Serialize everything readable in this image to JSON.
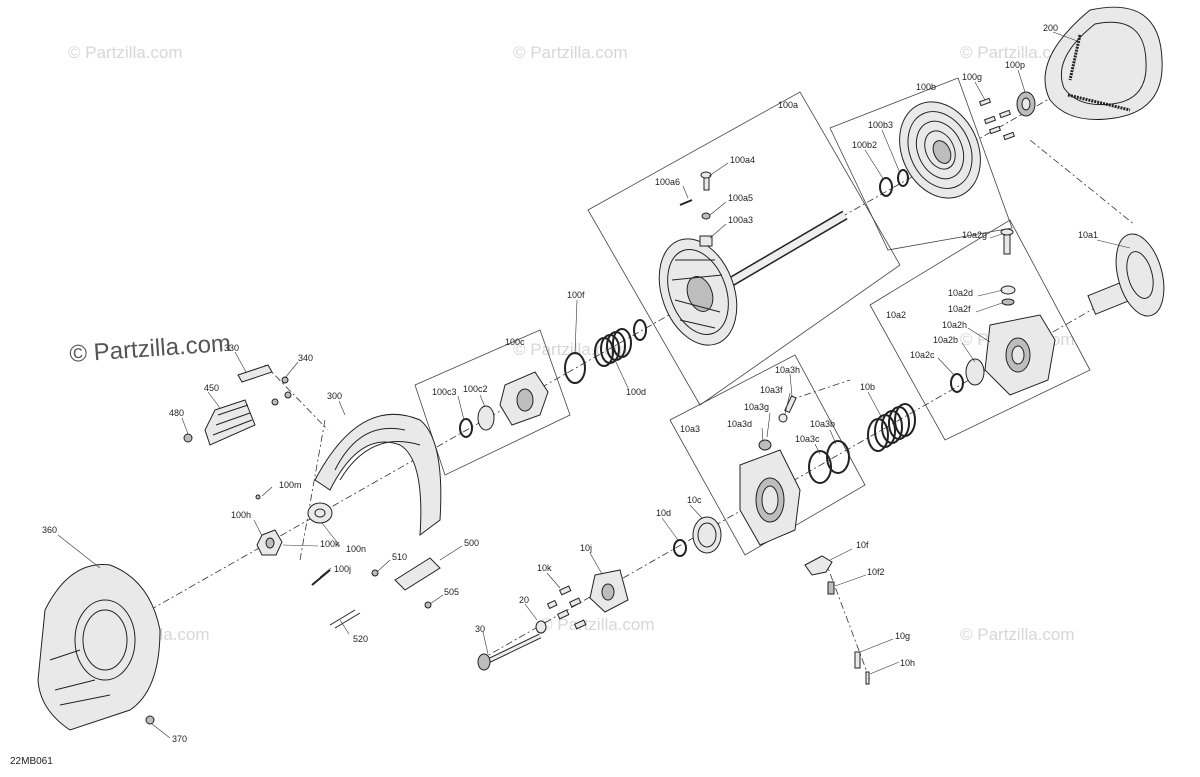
{
  "watermark": {
    "text": "© Partzilla.com"
  },
  "diagram_code": "22MB061",
  "callouts": {
    "p200": "200",
    "p100p": "100p",
    "p100g": "100g",
    "p100b": "100b",
    "p100b3": "100b3",
    "p100b2": "100b2",
    "p100a": "100a",
    "p100a4": "100a4",
    "p100a6": "100a6",
    "p100a5": "100a5",
    "p100a3": "100a3",
    "p10a1": "10a1",
    "p10a2g": "10a2g",
    "p10a2d": "10a2d",
    "p10a2f": "10a2f",
    "p10a2": "10a2",
    "p10a2h": "10a2h",
    "p10a2b": "10a2b",
    "p10a2c": "10a2c",
    "p100f": "100f",
    "p100c": "100c",
    "p100d": "100d",
    "p100c3": "100c3",
    "p100c2": "100c2",
    "p330": "330",
    "p340": "340",
    "p450": "450",
    "p480": "480",
    "p300": "300",
    "p10a3h": "10a3h",
    "p10a3f": "10a3f",
    "p10a3g": "10a3g",
    "p10a3d": "10a3d",
    "p10a3b": "10a3b",
    "p10a3c": "10a3c",
    "p10a3": "10a3",
    "p10b": "10b",
    "p100m": "100m",
    "p100h": "100h",
    "p100k": "100k",
    "p100n": "100n",
    "p100j": "100j",
    "p360": "360",
    "p510": "510",
    "p500": "500",
    "p505": "505",
    "p520": "520",
    "p10d": "10d",
    "p10c": "10c",
    "p10j": "10j",
    "p10k": "10k",
    "p20": "20",
    "p30": "30",
    "p10f": "10f",
    "p10f2": "10f2",
    "p10g": "10g",
    "p10h": "10h",
    "p370": "370"
  }
}
